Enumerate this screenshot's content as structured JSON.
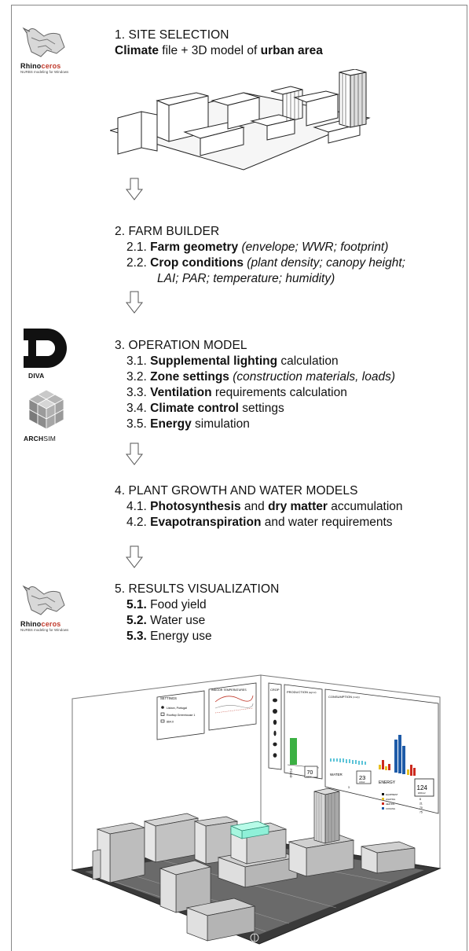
{
  "logos": {
    "rhino_brand_a": "Rhino",
    "rhino_brand_b": "ceros",
    "rhino_tag": "NURBS modeling for Windows",
    "diva": "DIVA",
    "archsim_a": "ARCH",
    "archsim_b": "SIM"
  },
  "steps": {
    "s1": {
      "heading": "1. SITE SELECTION",
      "l1a": "Climate",
      "l1b": " file + 3D model of ",
      "l1c": "urban area"
    },
    "s2": {
      "heading": "2. FARM BUILDER",
      "l1a": "2.1. ",
      "l1b": "Farm geometry",
      "l1c": " (envelope; WWR; footprint)",
      "l2a": "2.2. ",
      "l2b": "Crop conditions",
      "l2c": " (plant density; canopy height;",
      "l3": "LAI; PAR; temperature; humidity)"
    },
    "s3": {
      "heading": "3. OPERATION MODEL",
      "l1a": "3.1. ",
      "l1b": "Supplemental lighting",
      "l1c": " calculation",
      "l2a": "3.2. ",
      "l2b": "Zone settings",
      "l2c": " (construction materials, loads)",
      "l3a": "3.3. ",
      "l3b": "Ventilation",
      "l3c": " requirements calculation",
      "l4a": "3.4. ",
      "l4b": "Climate control",
      "l4c": " settings",
      "l5a": "3.5. ",
      "l5b": "Energy",
      "l5c": " simulation"
    },
    "s4": {
      "heading": "4. PLANT GROWTH AND WATER MODELS",
      "l1a": "4.1. ",
      "l1b": "Photosynthesis",
      "l1c": " and ",
      "l1d": "dry matter",
      "l1e": " accumulation",
      "l2a": "4.2. ",
      "l2b": "Evapotranspiration",
      "l2c": " and water requirements"
    },
    "s5": {
      "heading": "5. RESULTS VISUALIZATION",
      "l1a": "5.1.",
      "l1b": " Food yield",
      "l2a": "5.2.",
      "l2b": " Water use",
      "l3a": "5.3.",
      "l3b": " Energy use"
    }
  },
  "dashboard": {
    "settings_title": "SETTINGS",
    "location": "Lisbon, Portugal",
    "greenhouse": "Rooftop Greenhouse 1",
    "area": "864.0",
    "temp_title": "INDOOR TEMPERATURES",
    "crop_title": "CROP",
    "production_title": "PRODUCTION",
    "production_unit": "(kg/m²)",
    "food_label": "FOOD",
    "food_value": "70",
    "food_unit": "kg/m2",
    "consumption_title": "CONSUMPTION",
    "consumption_unit": "(/m²/y)",
    "water_label": "WATER",
    "water_value": "23",
    "water_unit": "m3/m2",
    "water_note": "3",
    "energy_label": "ENERGY",
    "energy_value": "124",
    "energy_unit": "kWh/m2",
    "legend": [
      {
        "name": "EQUIPMENT",
        "value": "8",
        "color": "#111111"
      },
      {
        "name": "LIGHTING",
        "value": "21",
        "color": "#e8c020"
      },
      {
        "name": "HEATING",
        "value": "70",
        "color": "#cc2a1e"
      },
      {
        "name": "COOLING",
        "value": "75",
        "color": "#1e5ba8"
      }
    ]
  },
  "colors": {
    "greenhouse": "#8ff0d8",
    "food_bar": "#3cb043",
    "water_bars": "#5cc4d8"
  }
}
